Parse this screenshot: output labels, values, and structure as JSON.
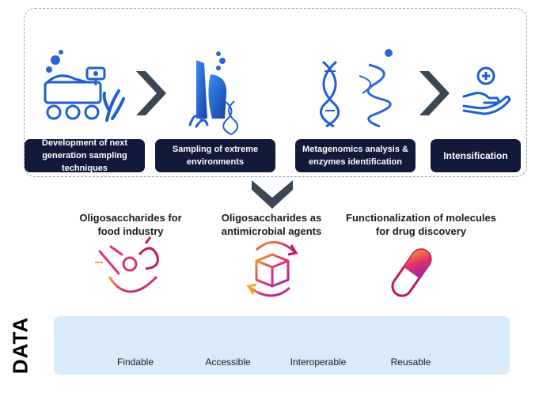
{
  "steps": [
    {
      "label": "Development of next generation sampling techniques"
    },
    {
      "label": "Sampling of extreme environments"
    },
    {
      "label": "Metagenomics analysis & enzymes identification"
    },
    {
      "label": "Intensification"
    }
  ],
  "applications": [
    {
      "title": "Oligosaccharides for food industry",
      "icon": "salad-bowl-icon"
    },
    {
      "title": "Oligosaccharides as antimicrobial agents",
      "icon": "box-recycle-icon"
    },
    {
      "title": "Functionalization of molecules for drug discovery",
      "icon": "capsule-icon"
    }
  ],
  "data_section": {
    "heading": "DATA",
    "items": [
      {
        "label": "Findable",
        "icon": "magnifier-icon"
      },
      {
        "label": "Accessible",
        "icon": "hand-drop-icon"
      },
      {
        "label": "Interoperable",
        "icon": "network-icon"
      },
      {
        "label": "Reusable",
        "icon": "recycle-icon"
      }
    ]
  },
  "colors": {
    "navy": "#111a3a",
    "chevron": "#3b4752",
    "blue": "#1f6fd6",
    "magenta": "#c2185b",
    "orange": "#f6a623",
    "panel": "#d9eaf8"
  }
}
